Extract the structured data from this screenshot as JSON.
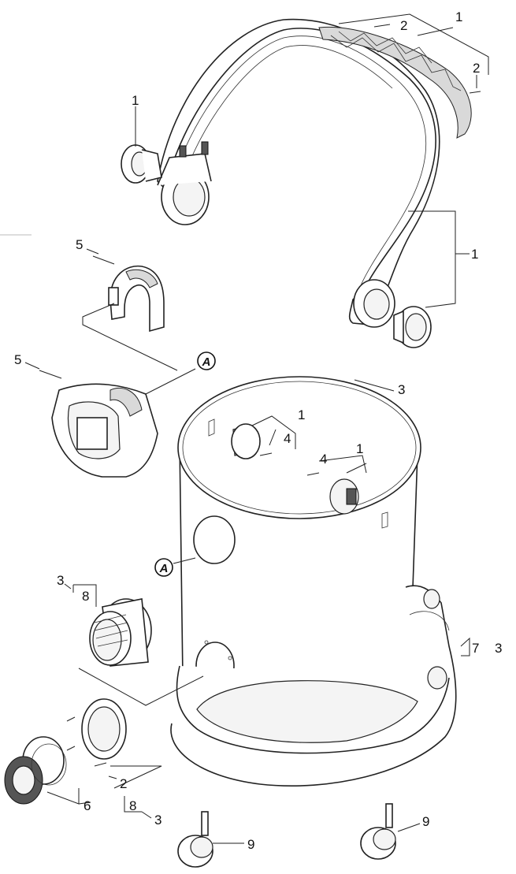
{
  "labels": {
    "handle_top_1": "1",
    "handle_top_2a": "2",
    "handle_top_2b": "2",
    "handle_left_1": "1",
    "handle_right_1": "1",
    "clip_5": "5",
    "housing_5": "5",
    "ref_a_top": "A",
    "tank_3": "3",
    "tank_top_1a": "1",
    "tank_top_4a": "4",
    "tank_top_4b": "4",
    "tank_top_1b": "1",
    "ref_a_side": "A",
    "inlet_3": "3",
    "inlet_8": "8",
    "base_7": "7",
    "base_3": "3",
    "ring_2": "2",
    "knob_6": "6",
    "bottom_8": "8",
    "bottom_3": "3",
    "caster_9a": "9",
    "caster_9b": "9"
  }
}
